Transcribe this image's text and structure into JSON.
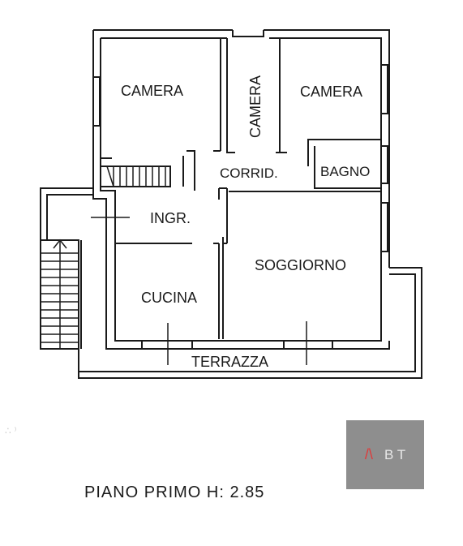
{
  "rooms": {
    "camera_left": "CAMERA",
    "camera_middle": "CAMERA",
    "camera_right": "CAMERA",
    "corridoio": "CORRID.",
    "bagno": "BAGNO",
    "ingresso": "INGR.",
    "soggiorno": "SOGGIORNO",
    "cucina": "CUCINA",
    "terrazza": "TERRAZZA"
  },
  "caption": "PIANO  PRIMO  H: 2.85",
  "logo": {
    "mark": "/\\",
    "text": "B  T"
  },
  "colors": {
    "wall": "#1a1a1a",
    "logo_bg": "#8e8e8e",
    "logo_accent": "#e03a3a"
  }
}
